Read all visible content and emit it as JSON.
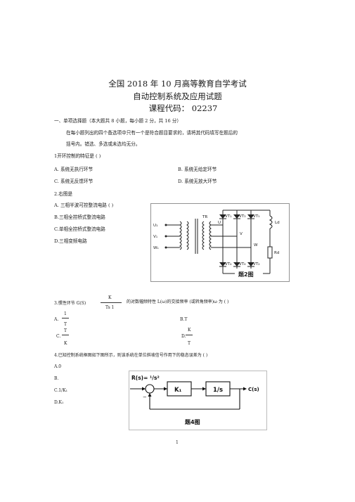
{
  "header": {
    "title_line1": "全国 2018 年 10 月高等教育自学考试",
    "title_line2": "自动控制系统及应用试题",
    "course_code": "课程代码： 02237"
  },
  "section1": {
    "heading": "一、单项选择题（本大题共    8 小题，每小题   2 分，共  16 分）",
    "instruction_1": "在每小题列出的四个备选项中只有一个是符合题目要求的，请将其代码填写在题后的",
    "instruction_2": "括号内。错选、多选或未选均无分。"
  },
  "q1": {
    "stem": "1开环控制的特征是   (          )",
    "a": "A. 系统无执行环节",
    "b": "B. 系统无给定环节",
    "c": "C. 系统无反馈环节",
    "d": "D. 系统无放大环节"
  },
  "q2": {
    "stem": "2.右图是",
    "a": "A. 三相半波可控整流电路   (          )",
    "b": "B.三相全控桥式整流电路",
    "c": "C.单相全控桥式整流电路",
    "d": "D.三相变频电路",
    "fig": {
      "caption": "题2图",
      "in_u": "U₁",
      "in_v": "V₁",
      "in_w": "W₁",
      "tr": "TR",
      "node_u": "U",
      "node_v": "V",
      "node_w": "W",
      "vt1": "VT₁",
      "vt3": "VT₃",
      "vt5": "VT₅",
      "vt4": "VT₄",
      "vt6": "VT₆",
      "vt2": "VT₂",
      "ld": "Ld",
      "rd": "Rd"
    }
  },
  "q3": {
    "frac_num": "K",
    "frac_den": "Ts   1",
    "stem_left": "3.惯性环节 G(S)",
    "stem_right": "的对数幅频特性    L(ω)的交接频率 (或转角频率)ω 为 (          )",
    "a_prefix": "A.",
    "a_num": "1",
    "a_den": "T",
    "b": "B.T",
    "c_prefix": "C.",
    "c_num": "T",
    "c_den": "K",
    "d_prefix": "D.",
    "d_num": "K",
    "d_den": "T"
  },
  "q4": {
    "stem": "4.已知控制系统框图如下图所示，则该系统在单位斜坡信号作用下的稳态误差为                      (          )",
    "a": "A.0",
    "b": "B.",
    "c": "C.1/K₁",
    "d": "D.K₁",
    "fig": {
      "caption": "题4图",
      "input": "R(s)= ¹/s²",
      "block1": "K₁",
      "block2": "1/s",
      "output": "C(s)"
    }
  },
  "page_number": "1"
}
